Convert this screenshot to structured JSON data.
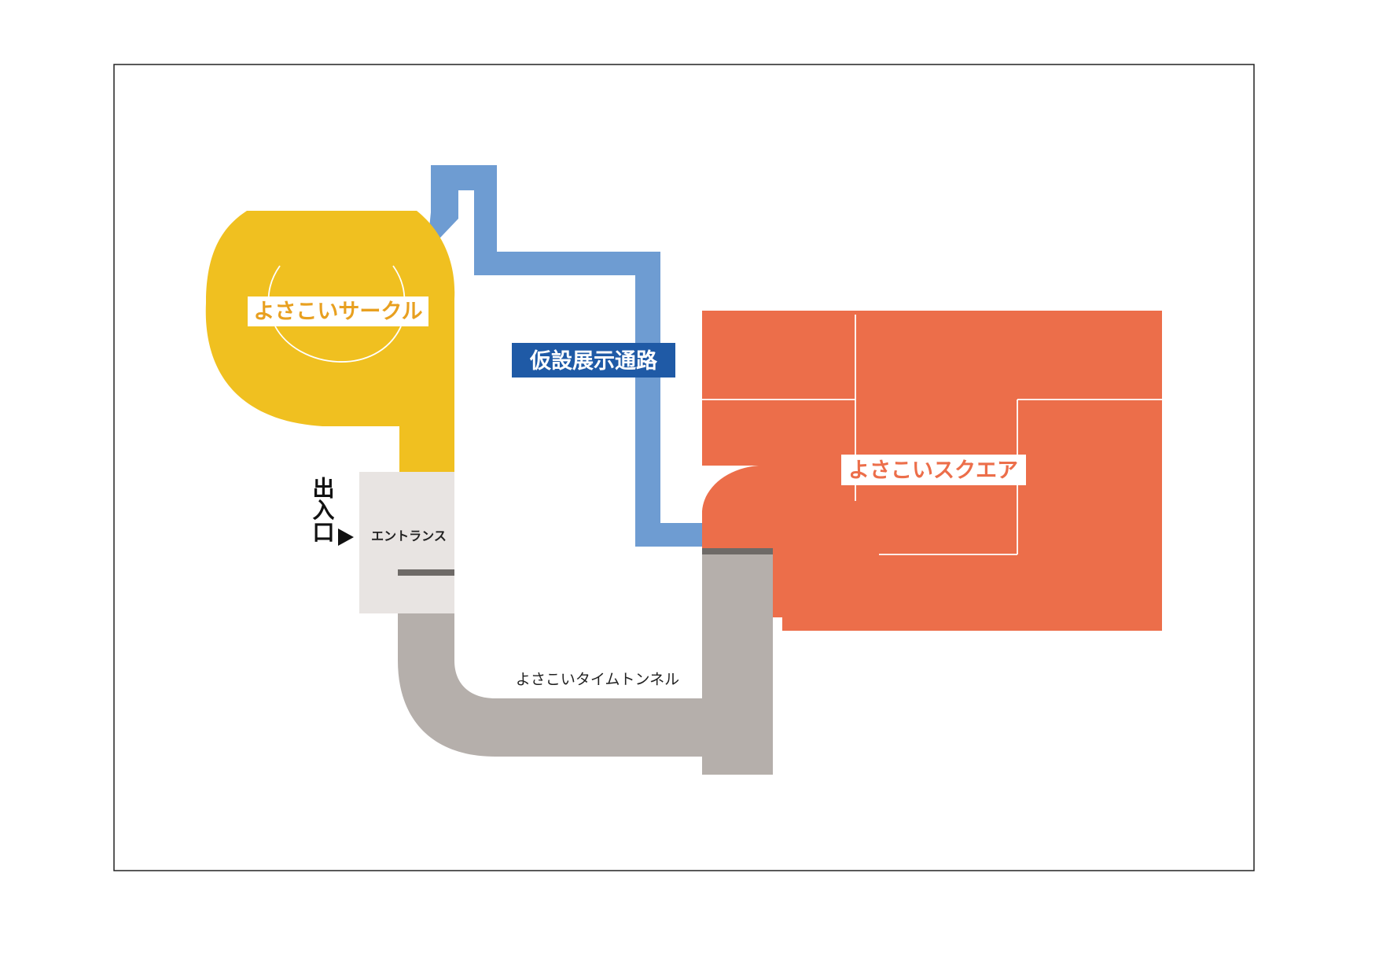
{
  "map": {
    "areas": {
      "circle": {
        "label": "よさこいサークル",
        "color": "#F0C020",
        "label_color": "#E8A020"
      },
      "passage": {
        "label": "仮設展示通路",
        "color": "#6E9CD2",
        "label_bg": "#1F5AA6"
      },
      "square": {
        "label": "よさこいスクエア",
        "color": "#EC6E4A",
        "label_color": "#EC6E4A"
      },
      "tunnel": {
        "label": "よさこいタイムトンネル",
        "color": "#B5AFAB",
        "edge_color": "#6E6A67"
      },
      "entrance": {
        "label": "エントランス",
        "color": "#E8E4E2"
      }
    },
    "exit": {
      "label": "出入口",
      "arrow": "right-triangle-arrow-icon"
    }
  }
}
